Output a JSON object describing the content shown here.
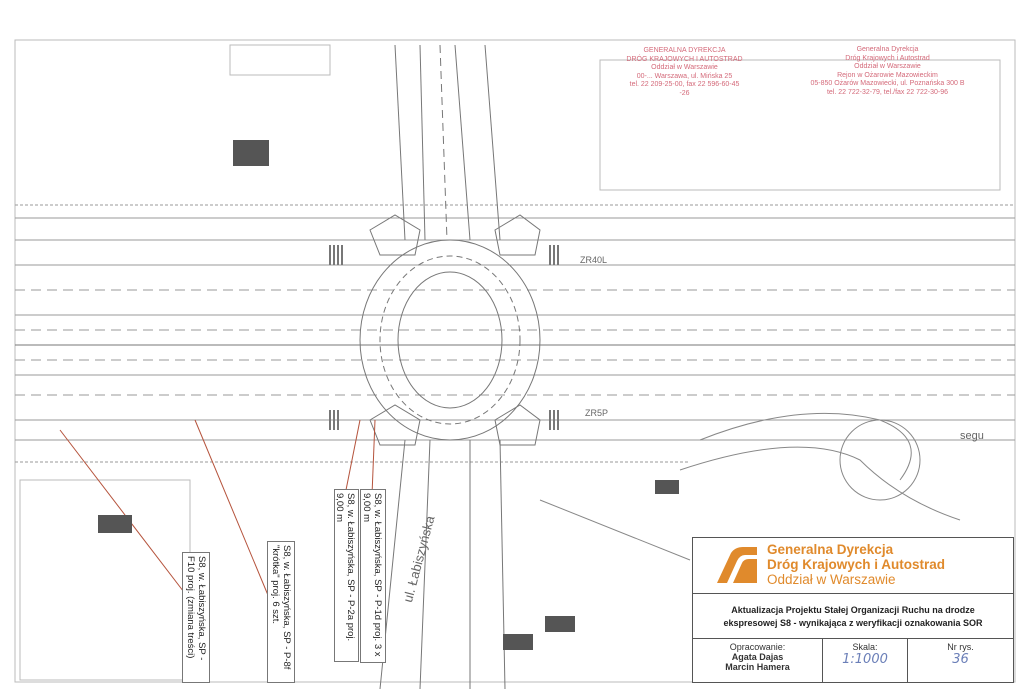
{
  "stamps": {
    "left": [
      "GENERALNA DYREKCJA",
      "DRÓG KRAJOWYCH I AUTOSTRAD",
      "Oddział w Warszawie",
      "00-... Warszawa, ul. Mińska 25",
      "tel. 22 209-25-00, fax 22 596-60-45",
      "-26"
    ],
    "right": [
      "Generalna Dyrekcja",
      "Dróg Krajowych i Autostrad",
      "Oddział w Warszawie",
      "Rejon w Ożarowie Mazowieckim",
      "05-850 Ożarów Mazowiecki, ul. Poznańska 300 B",
      "tel. 22 722-32-79, tel./fax 22 722-30-96"
    ]
  },
  "road_labels": {
    "street": "ul. Łabiszyńska",
    "ramp_left": "ZR40L",
    "ramp_right": "ZR5P",
    "segment": "segu"
  },
  "callouts": [
    "S8, w. Łabiszyńska, SP - F10 proj. (zmiana treści)",
    "S8, w. Łabiszyńska, SP - P-8f \"krótka\" proj. 6 szt.",
    "S8, w. Łabiszyńska, SP - P-2a proj. 9,00 m",
    "S8, w. Łabiszyńska, SP - P-1d proj. 3 x 9,00 m"
  ],
  "title_block": {
    "org_line1": "Generalna Dyrekcja",
    "org_line2": "Dróg Krajowych i Autostrad",
    "org_line3": "Oddział w Warszawie",
    "title_line1": "Aktualizacja Projektu Stałej Organizacji Ruchu na drodze",
    "title_line2": "ekspresowej S8 - wynikająca z weryfikacji oznakowania SOR",
    "prepared_label": "Opracowanie:",
    "author1": "Agata Dajas",
    "author2": "Marcin Hamera",
    "scale_label": "Skala:",
    "scale_value": "1:1000",
    "drawing_no_label": "Nr rys.",
    "drawing_no_value": "36"
  },
  "colors": {
    "brand": "#e08a2c",
    "stamp": "#d46a7a",
    "callout_leader": "#b5533c",
    "lines": "#8a8a8a"
  }
}
